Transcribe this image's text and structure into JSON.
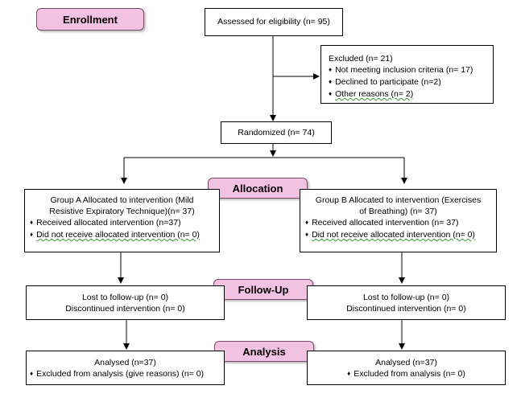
{
  "stages": {
    "enrollment": "Enrollment",
    "allocation": "Allocation",
    "followup": "Follow-Up",
    "analysis": "Analysis"
  },
  "assessed": "Assessed for eligibility (n= 95)",
  "excluded": {
    "title": "Excluded (n= 21)",
    "items": [
      "Not meeting inclusion criteria (n= 17)",
      "Declined to participate (n=2)",
      "Other reasons (n= 2)"
    ]
  },
  "randomized": "Randomized (n= 74)",
  "group_a": {
    "alloc_line1": "Group A Allocated to intervention (Mild",
    "alloc_line2": "Resistive Expiratory Technique)(n= 37)",
    "received": "Received allocated intervention (n=37)",
    "not_received": "Did not receive allocated intervention (n= 0)",
    "lost": "Lost to follow-up (n= 0)",
    "discontinued": "Discontinued intervention (n= 0)",
    "analysed": "Analysed (n=37)",
    "excluded_analysis": "Excluded from analysis (give reasons) (n= 0)"
  },
  "group_b": {
    "alloc_line1": "Group B Allocated to intervention (Exercises",
    "alloc_line2": "of Breathing) (n= 37)",
    "received": "Received allocated intervention (n= 37)",
    "not_received": "Did not receive allocated intervention (n= 0)",
    "lost": "Lost to follow-up (n= 0)",
    "discontinued": "Discontinued intervention (n= 0)",
    "analysed": "Analysed (n=37)",
    "excluded_analysis": "Excluded from analysis (n= 0)"
  }
}
